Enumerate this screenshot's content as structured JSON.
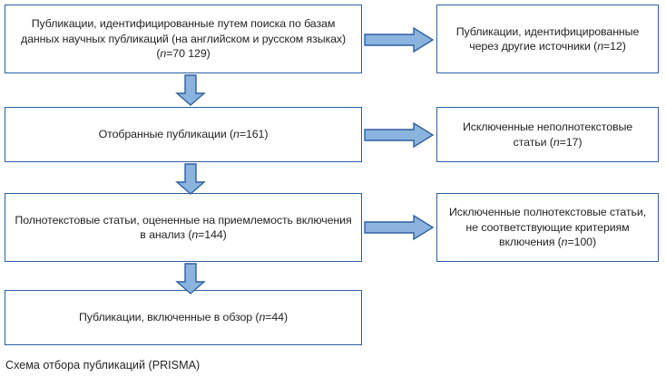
{
  "diagram": {
    "type": "prisma-flow",
    "caption": "Схема отбора публикаций (PRISMA)",
    "colors": {
      "box_border": "#2d5f9e",
      "box_fill": "#ffffff",
      "arrow_fill": "#8ab4dd",
      "arrow_border": "#2e5f9e",
      "text": "#231f20"
    },
    "left_column": [
      {
        "id": "identified",
        "text": "Публикации, идентифицированные путем поиска по базам данных научных публикаций (на английском и русском языках) (n=70 129)",
        "count_label": "n=70 129"
      },
      {
        "id": "screened",
        "text": "Отобранные публикации (n=161)",
        "count_label": "n=161"
      },
      {
        "id": "eligibility",
        "text": "Полнотекстовые статьи, оцененные на приемлемость включения  в анализ (n=144)",
        "count_label": "n=144"
      },
      {
        "id": "included",
        "text": "Публикации, включенные в обзор (n=44)",
        "count_label": "n=44"
      }
    ],
    "right_column": [
      {
        "id": "other-sources",
        "text": "Публикации, идентифицированные через другие источники (n=12)",
        "count_label": "n=12"
      },
      {
        "id": "excluded-nonfull",
        "text": "Исключенные неполнотекстовые статьи (n=17)",
        "count_label": "n=17"
      },
      {
        "id": "excluded-full",
        "text": "Исключенные полнотекстовые статьи, не соответствующие критериям включения (n=100)",
        "count_label": "n=100"
      }
    ],
    "arrows": {
      "down": [
        "down-arrow-icon",
        "down-arrow-icon",
        "down-arrow-icon"
      ],
      "right": [
        "right-arrow-icon",
        "right-arrow-icon",
        "right-arrow-icon"
      ]
    }
  }
}
